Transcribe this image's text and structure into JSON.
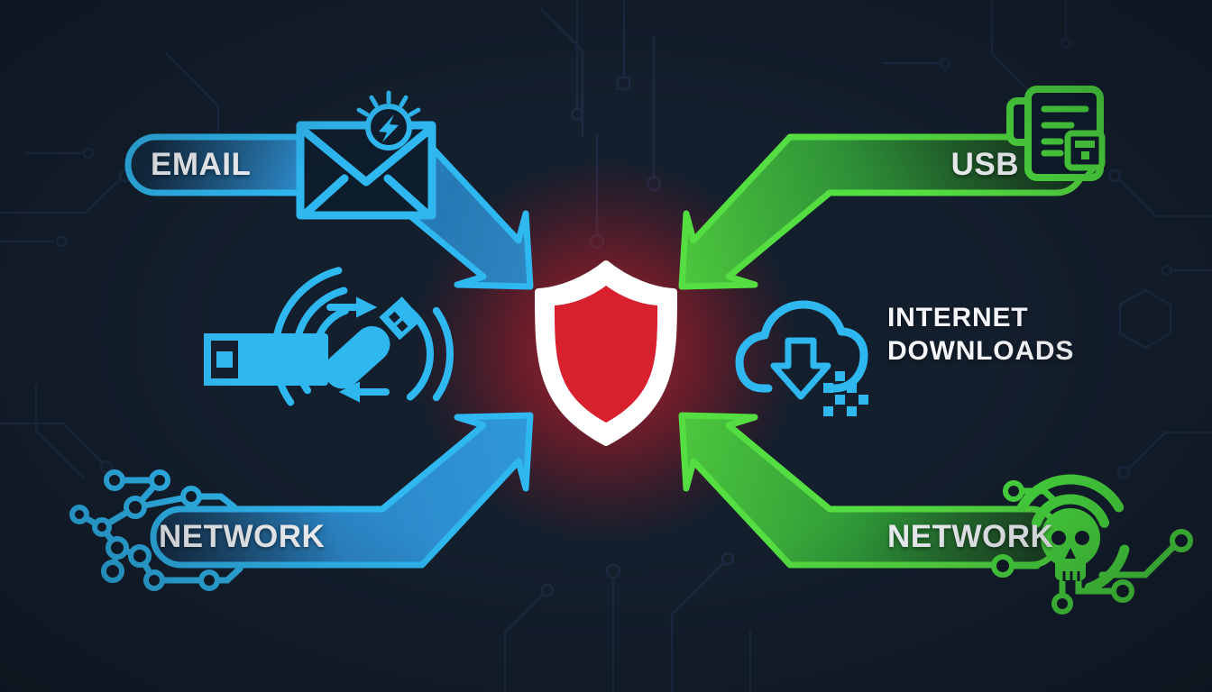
{
  "diagram": {
    "type": "threat-vector-infographic",
    "center_icon": "shield-icon",
    "vectors": [
      {
        "id": "email",
        "label": "EMAIL",
        "position": "top-left",
        "arrow_color": "blue",
        "icon": "envelope-alert-icon"
      },
      {
        "id": "usb",
        "label": "USB",
        "position": "top-right",
        "arrow_color": "green",
        "icon": "usb-document-icon"
      },
      {
        "id": "internet_downloads",
        "label_line1": "INTERNET",
        "label_line2": "DOWNLOADS",
        "position": "middle-right",
        "arrow_color": "none",
        "icon": "cloud-download-icon"
      },
      {
        "id": "usb_wireless",
        "label": "",
        "position": "middle-left",
        "arrow_color": "none",
        "icon": "usb-drive-wireless-icon"
      },
      {
        "id": "network_wired",
        "label": "NETWORK",
        "position": "bottom-left",
        "arrow_color": "blue",
        "icon": "network-nodes-icon"
      },
      {
        "id": "network_wireless",
        "label": "NETWORK",
        "position": "bottom-right",
        "arrow_color": "green",
        "icon": "skull-wifi-icon"
      }
    ],
    "colors": {
      "background": "#141f2d",
      "circuit_trace": "#223450",
      "blue_stroke": "#2fb7f0",
      "blue_fill": "#2b85c5",
      "green_stroke": "#55de41",
      "green_fill": "#2f9a38",
      "shield_white": "#ffffff",
      "shield_red": "#d9202f",
      "shield_red_dark": "#ba1322",
      "glow_red": "#ff2d32",
      "text": "#f5f7fa"
    }
  }
}
